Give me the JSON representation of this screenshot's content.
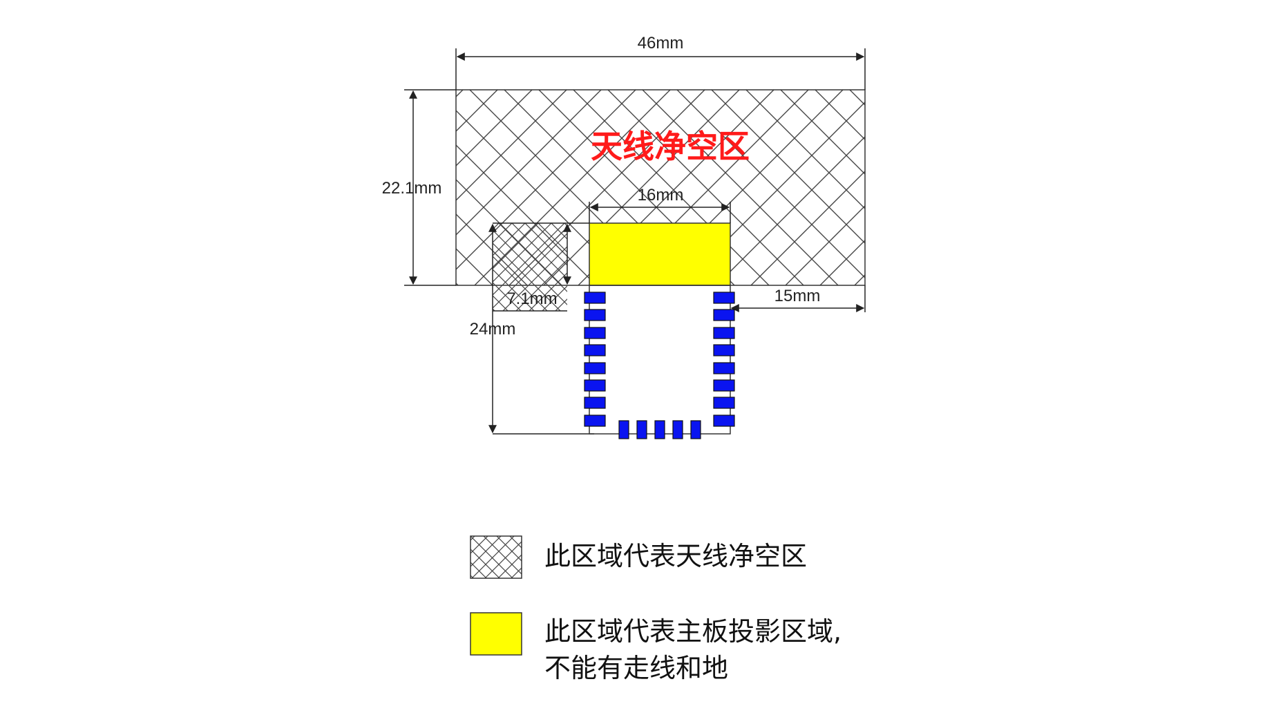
{
  "zone_title": "天线净空区",
  "dimensions": {
    "width_total": "46mm",
    "height_clearance": "22.1mm",
    "projection_width": "16mm",
    "left_offset": "7.1mm",
    "right_offset": "15mm",
    "module_height": "24mm"
  },
  "legend": [
    {
      "swatch": "crosshatch",
      "text": "此区域代表天线净空区"
    },
    {
      "swatch": "yellow",
      "line1": "此区域代表主板投影区域,",
      "line2": "不能有走线和地"
    }
  ],
  "colors": {
    "clearance_fill": "#ffffff",
    "hatch_line": "#444444",
    "projection_fill": "#ffff00",
    "pad_fill": "#0a14f0",
    "title_color": "#ff1a1a"
  }
}
